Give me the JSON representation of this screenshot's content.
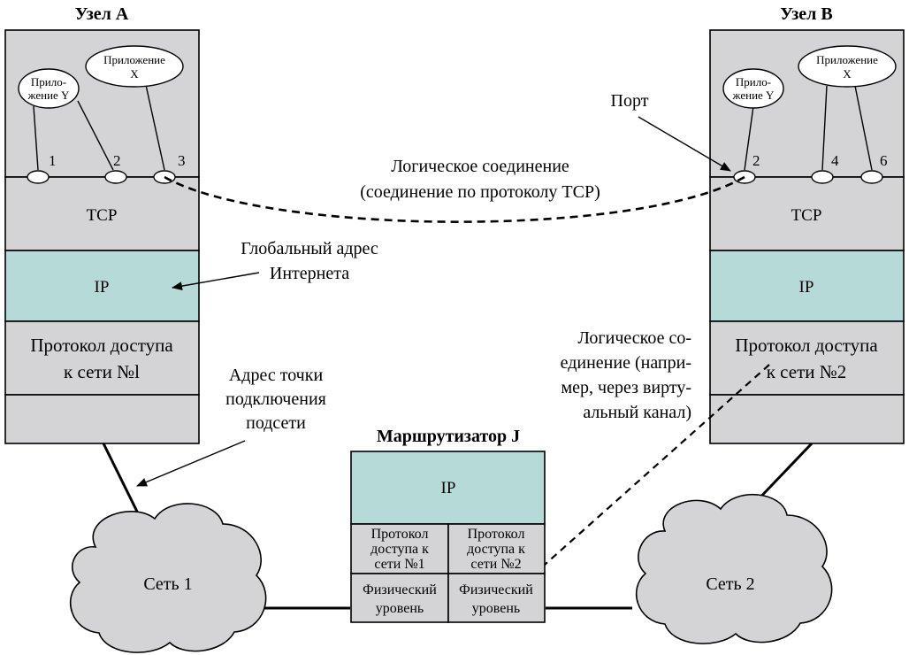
{
  "host_a": {
    "title": "Узел A",
    "app_y": [
      "Прило-",
      "жение Y"
    ],
    "app_x": [
      "Приложение",
      "X"
    ],
    "ports": [
      "1",
      "2",
      "3"
    ],
    "tcp": "TCP",
    "ip": "IP",
    "access": [
      "Протокол доступа",
      "к сети №l"
    ]
  },
  "host_b": {
    "title": "Узел B",
    "app_y": [
      "Прило-",
      "жение Y"
    ],
    "app_x": [
      "Приложение",
      "X"
    ],
    "ports": [
      "2",
      "4",
      "6"
    ],
    "tcp": "TCP",
    "ip": "IP",
    "access": [
      "Протокол доступа",
      "к сети №2"
    ]
  },
  "router": {
    "title": "Маршрутизатор J",
    "ip": "IP",
    "access_1": [
      "Протокол",
      "доступа к",
      "сети №1"
    ],
    "access_2": [
      "Протокол",
      "доступа к",
      "сети №2"
    ],
    "phys_1": [
      "Физический",
      "уровень"
    ],
    "phys_2": [
      "Физический",
      "уровень"
    ]
  },
  "networks": {
    "net1": "Сеть 1",
    "net2": "Сеть 2"
  },
  "annotations": {
    "port": "Порт",
    "tcp_conn": [
      "Логическое соединение",
      "(соединение по протоколу TCP)"
    ],
    "global_addr": [
      "Глобальный адрес",
      "Интернета"
    ],
    "subnet_addr": [
      "Адрес точки",
      "подключения",
      "подсети"
    ],
    "logical_conn": [
      "Логическое со-",
      "единение (напри-",
      "мер, через вирту-",
      "альный канал)"
    ]
  }
}
